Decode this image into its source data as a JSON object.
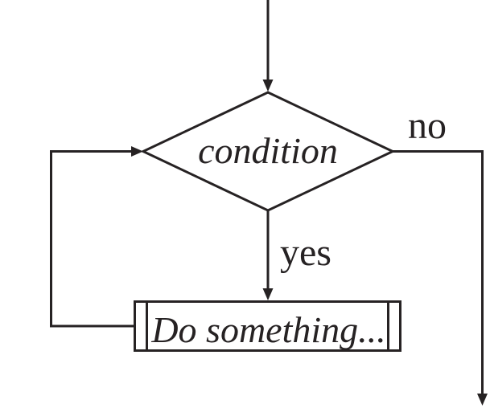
{
  "diagram": {
    "type": "flowchart",
    "background_color": "#ffffff",
    "ink_color": "#262223",
    "nodes": [
      {
        "id": "condition",
        "shape": "decision-diamond",
        "label": "condition"
      },
      {
        "id": "action",
        "shape": "predefined-process-rectangle",
        "label": "Do something..."
      }
    ],
    "edges": [
      {
        "id": "entry",
        "from": "top-of-page",
        "to": "condition",
        "label": ""
      },
      {
        "id": "no-branch",
        "from": "condition",
        "to": "bottom-of-page",
        "label": "no"
      },
      {
        "id": "yes-branch",
        "from": "condition",
        "to": "action",
        "label": "yes"
      },
      {
        "id": "loop-back",
        "from": "action",
        "to": "condition",
        "label": ""
      }
    ],
    "labels": {
      "condition": "condition",
      "action": "Do something...",
      "no": "no",
      "yes": "yes"
    }
  }
}
